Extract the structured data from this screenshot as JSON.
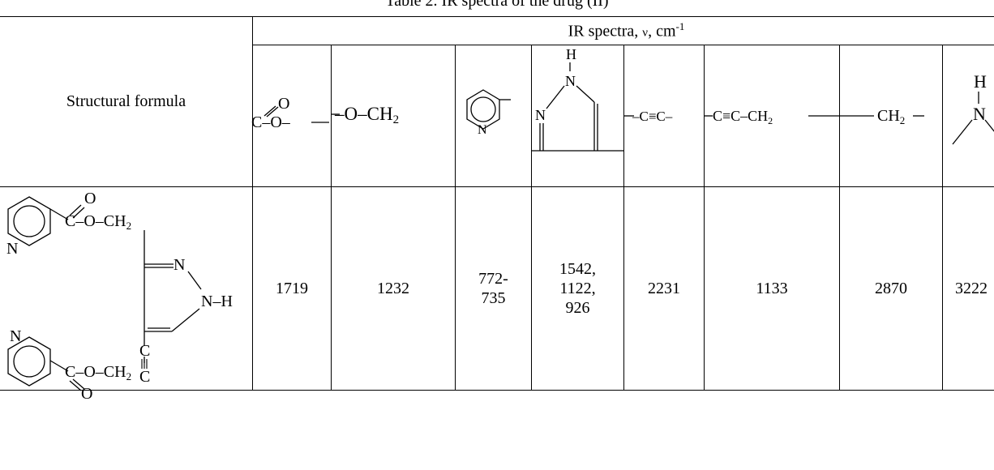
{
  "caption": "Table 2. IR spectra of the drug (II)",
  "header": {
    "ir_label": "IR spectra, ",
    "nu": "ν",
    "unit": ", cm",
    "exp": "-1",
    "structural_formula": "Structural formula"
  },
  "groups": [
    {
      "top": "O",
      "main": "C–O–"
    },
    {
      "main": "–O–CH",
      "sub": "2"
    },
    {
      "ring_atom": "N"
    },
    {
      "atoms": [
        "H",
        "N",
        "N"
      ]
    },
    {
      "main": "–C≡C–"
    },
    {
      "main": "C≡C–CH",
      "sub": "2"
    },
    {
      "main": "CH",
      "sub": "2"
    },
    {
      "atoms": [
        "H",
        "N"
      ]
    }
  ],
  "molecule": {
    "o_top": "O",
    "ester_top": "C–O–CH",
    "ch2_sub": "2",
    "n_ring_top": "N",
    "n_pyrazole": "N",
    "nh": "N–H",
    "c1": "C",
    "c2": "C",
    "n_ring_bottom": "N",
    "ester_bottom": "C–O–CH",
    "o_bottom": "O"
  },
  "values": [
    "1719",
    "1232",
    [
      "772-",
      "735"
    ],
    [
      "1542,",
      "1122,",
      "926"
    ],
    "2231",
    "1133",
    "2870",
    "3222"
  ]
}
